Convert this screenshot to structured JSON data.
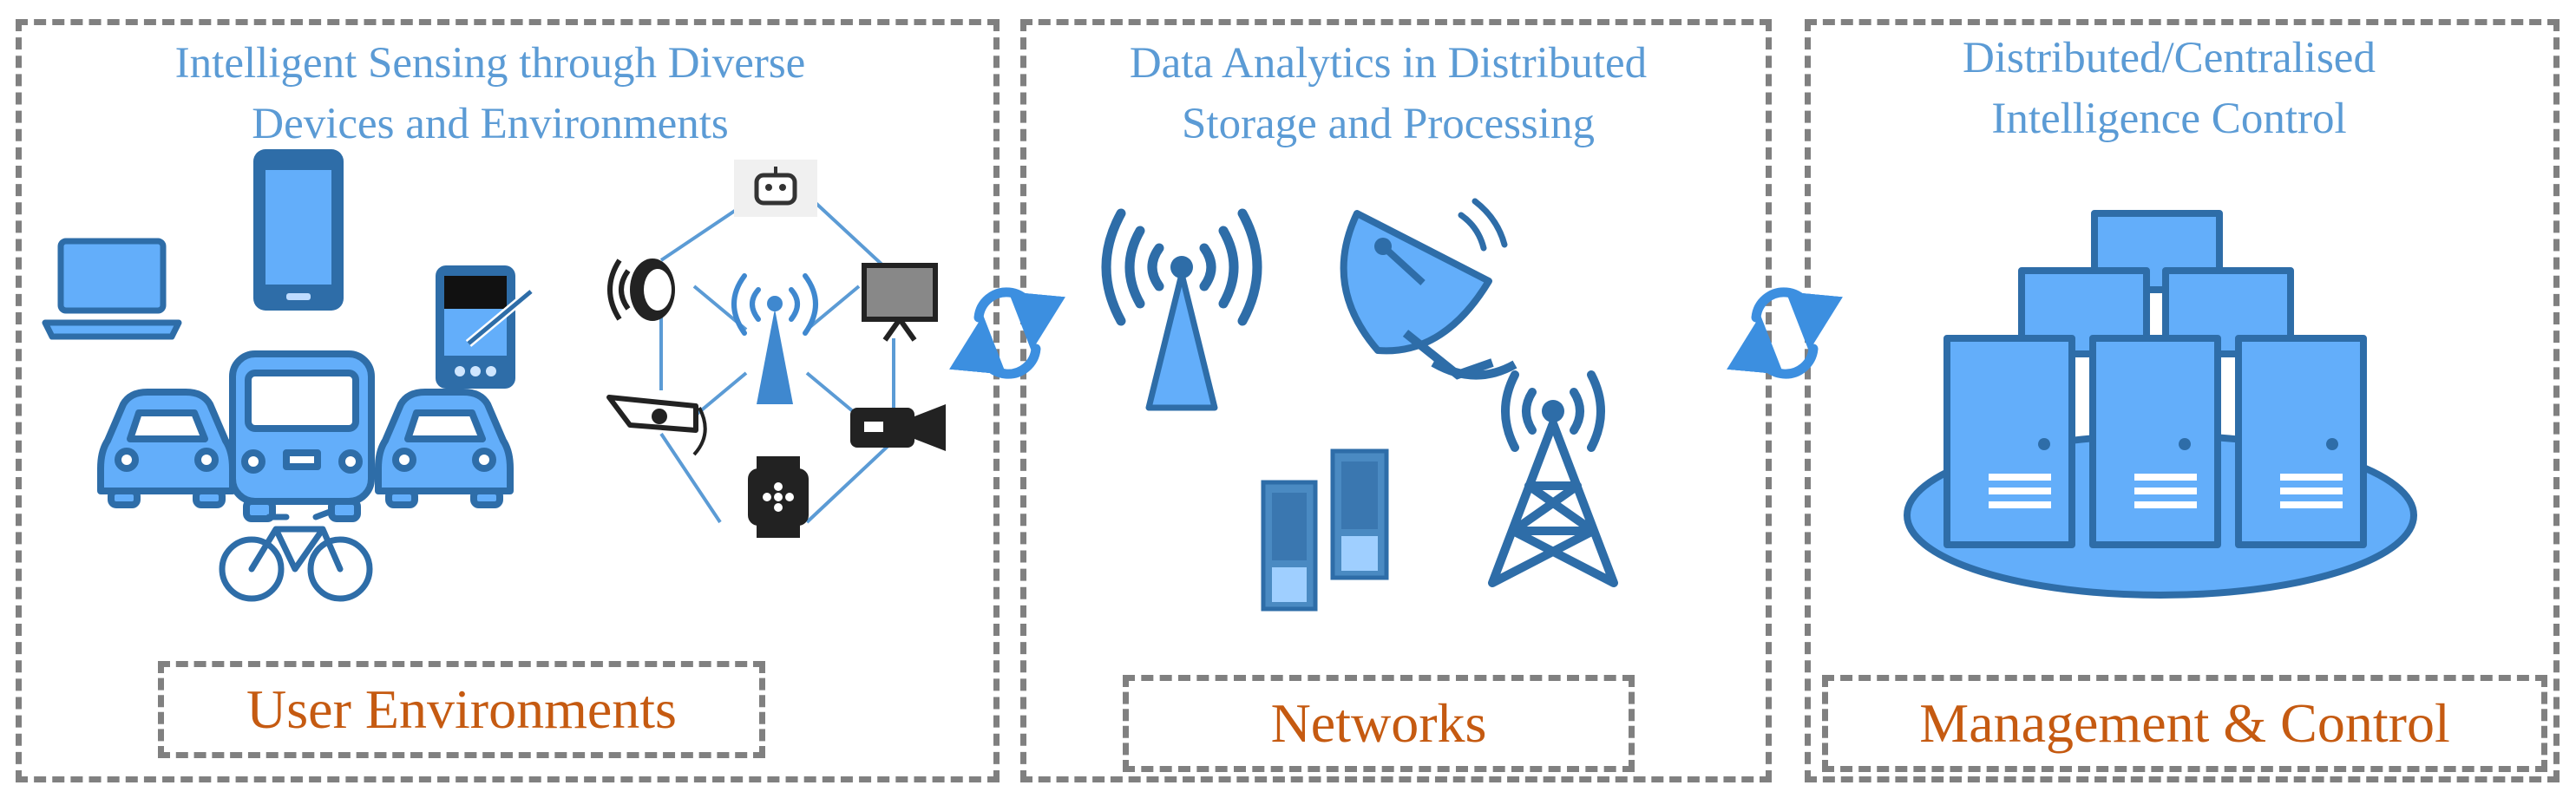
{
  "colors": {
    "dashed_border": "#808080",
    "title_blue": "#5b9bd5",
    "label_orange": "#c55a11",
    "icon_fill": "#63aefa",
    "icon_stroke": "#2e6da8"
  },
  "panels": [
    {
      "title_line1": "Intelligent Sensing through Diverse",
      "title_line2": "Devices and Environments",
      "label": "User Environments",
      "icons": [
        "laptop-icon",
        "smartphone-icon",
        "pda-icon",
        "car-icon",
        "bus-icon",
        "bicycle-icon",
        "robot-icon",
        "wireless-hub-icon",
        "smartwatch-icon",
        "camera-icon"
      ]
    },
    {
      "title_line1": "Data Analytics in Distributed",
      "title_line2": "Storage and Processing",
      "label": "Networks",
      "icons": [
        "antenna-icon",
        "satellite-dish-icon",
        "server-rack-icon",
        "radio-tower-icon"
      ]
    },
    {
      "title_line1": "Distributed/Centralised",
      "title_line2": "Intelligence Control",
      "label": "Management & Control",
      "icons": [
        "server-cluster-icon"
      ]
    }
  ],
  "connectors": [
    "cycle-arrows-icon",
    "cycle-arrows-icon"
  ]
}
